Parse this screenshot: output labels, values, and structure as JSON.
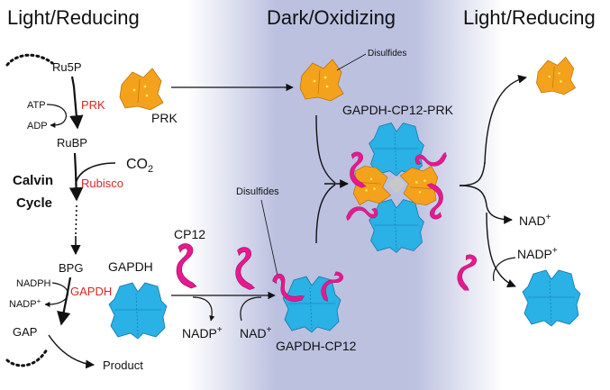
{
  "headings": {
    "left": "Light/Reducing",
    "middle": "Dark/Oxidizing",
    "right": "Light/Reducing"
  },
  "cycle": {
    "title_line1": "Calvin",
    "title_line2": "Cycle",
    "ru5p": "Ru5P",
    "atp": "ATP",
    "adp": "ADP",
    "prk_enzyme": "PRK",
    "rubp": "RuBP",
    "co2": "CO",
    "co2_sub": "2",
    "rubisco": "Rubisco",
    "bpg": "BPG",
    "nadph": "NADPH",
    "nadp": "NADP",
    "nadp_sup": "+",
    "gapdh_enzyme": "GAPDH",
    "gap": "GAP",
    "product": "Product"
  },
  "proteins": {
    "prk": "PRK",
    "disulfides_top": "Disulfides",
    "disulfides_mid": "Disulfides",
    "cp12": "CP12",
    "gapdh": "GAPDH",
    "complex_large": "GAPDH-CP12-PRK",
    "complex_small": "GAPDH-CP12"
  },
  "cofactors": {
    "nadp_release": "NADP",
    "nadp_release_sup": "+",
    "nad_bind": "NAD",
    "nad_bind_sup": "+",
    "nad_right": "NAD",
    "nad_right_sup": "+",
    "nadp_right": "NADP",
    "nadp_right_sup": "+"
  },
  "colors": {
    "band": "#b9bedf",
    "prk": "#f4a21c",
    "gapdh": "#2ab1e6",
    "cp12": "#e6198f",
    "enzyme_label": "#d8281f",
    "disulfide": "#f5ef5a"
  }
}
